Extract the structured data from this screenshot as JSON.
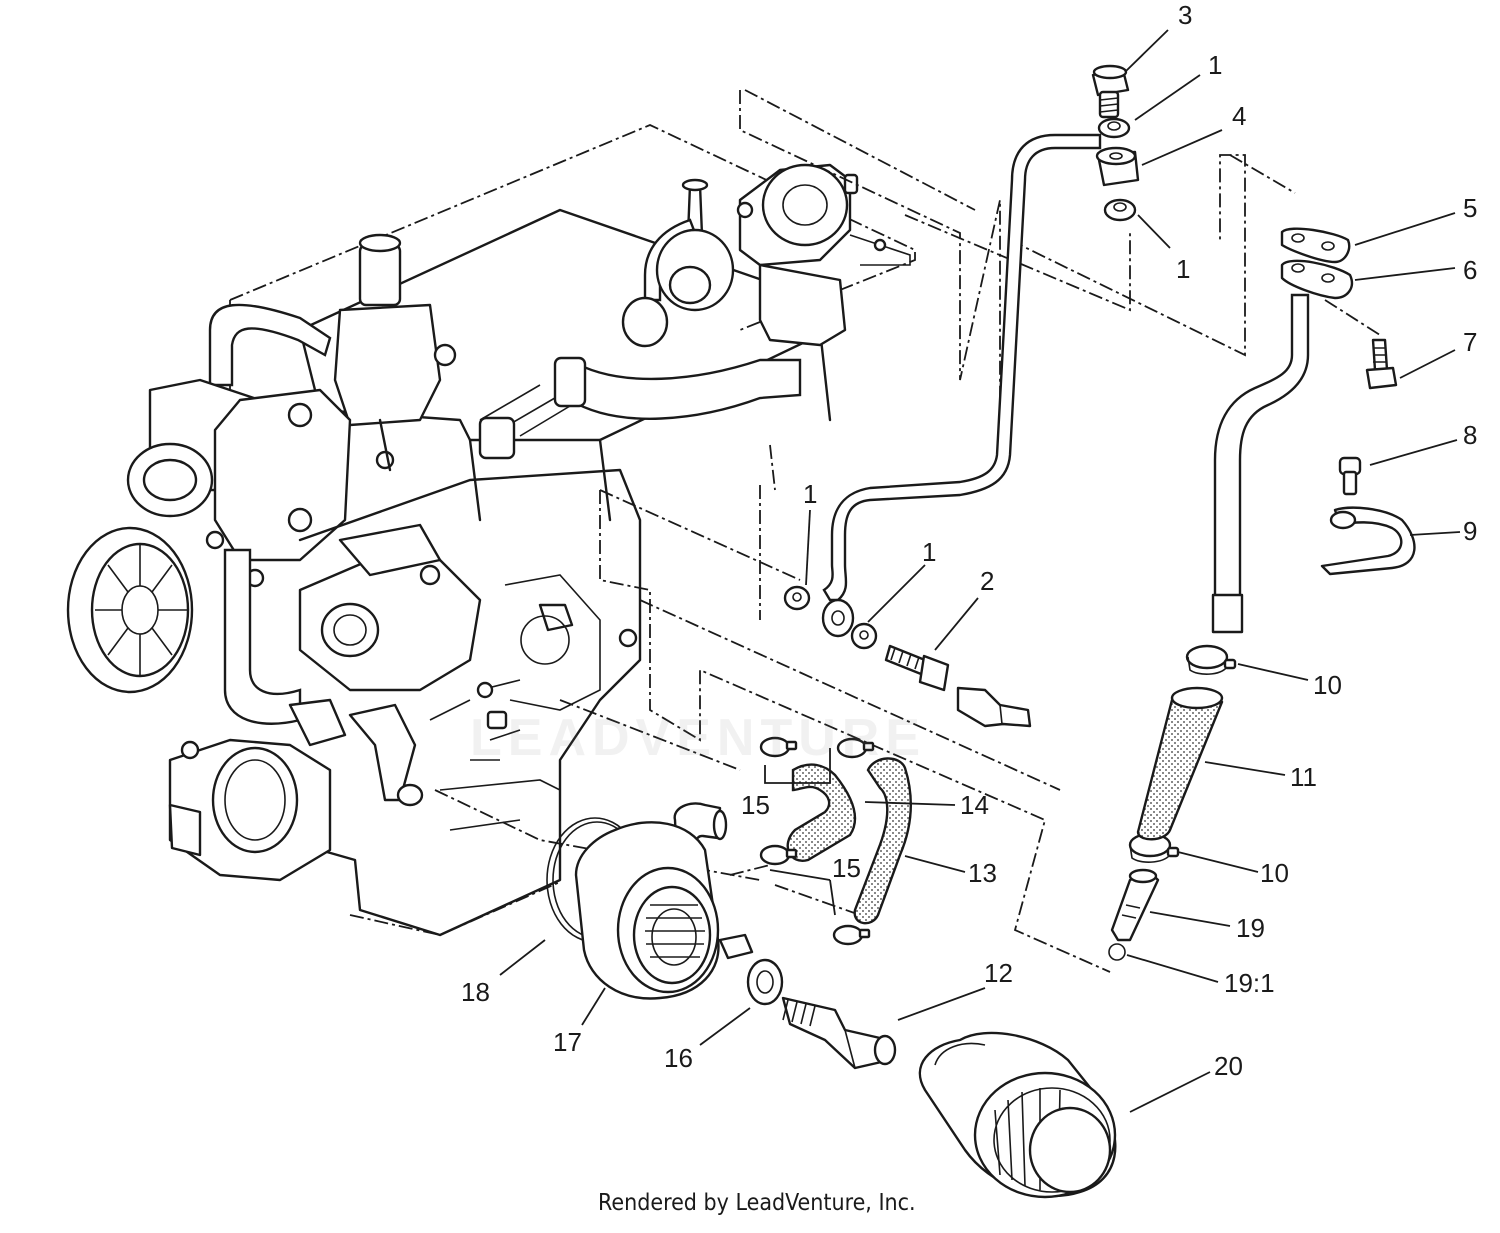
{
  "diagram": {
    "callouts": [
      {
        "id": "c3",
        "label": "3"
      },
      {
        "id": "c1a",
        "label": "1"
      },
      {
        "id": "c4",
        "label": "4"
      },
      {
        "id": "c1b",
        "label": "1"
      },
      {
        "id": "c5",
        "label": "5"
      },
      {
        "id": "c6",
        "label": "6"
      },
      {
        "id": "c7",
        "label": "7"
      },
      {
        "id": "c8",
        "label": "8"
      },
      {
        "id": "c9",
        "label": "9"
      },
      {
        "id": "c1c",
        "label": "1"
      },
      {
        "id": "c1d",
        "label": "1"
      },
      {
        "id": "c2",
        "label": "2"
      },
      {
        "id": "c10a",
        "label": "10"
      },
      {
        "id": "c11",
        "label": "11"
      },
      {
        "id": "c15a",
        "label": "15"
      },
      {
        "id": "c14",
        "label": "14"
      },
      {
        "id": "c13",
        "label": "13"
      },
      {
        "id": "c15b",
        "label": "15"
      },
      {
        "id": "c10b",
        "label": "10"
      },
      {
        "id": "c19",
        "label": "19"
      },
      {
        "id": "c191",
        "label": "19:1"
      },
      {
        "id": "c18",
        "label": "18"
      },
      {
        "id": "c17",
        "label": "17"
      },
      {
        "id": "c12",
        "label": "12"
      },
      {
        "id": "c16",
        "label": "16"
      },
      {
        "id": "c20",
        "label": "20"
      }
    ],
    "credit": "Rendered by LeadVenture, Inc.",
    "watermark": "LEADVENTURE"
  }
}
